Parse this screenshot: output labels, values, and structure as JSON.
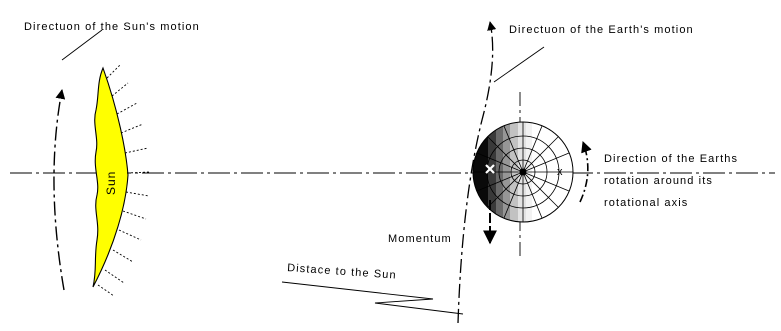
{
  "labels": {
    "sun_motion": "Directuon of the Sun's motion",
    "earth_motion": "Directuon of the Earth's motion",
    "sun": "Sun",
    "rotation_line1": "Direction of the Earths",
    "rotation_line2": "rotation around its",
    "rotation_line3": "rotational axis",
    "momentum": "Momentum",
    "distance": "Distace to the Sun",
    "x_marker": "x"
  },
  "colors": {
    "sun_fill": "#ffff00",
    "line": "#000000",
    "earth_dark": "#111111",
    "earth_light": "#e6e6e6"
  }
}
